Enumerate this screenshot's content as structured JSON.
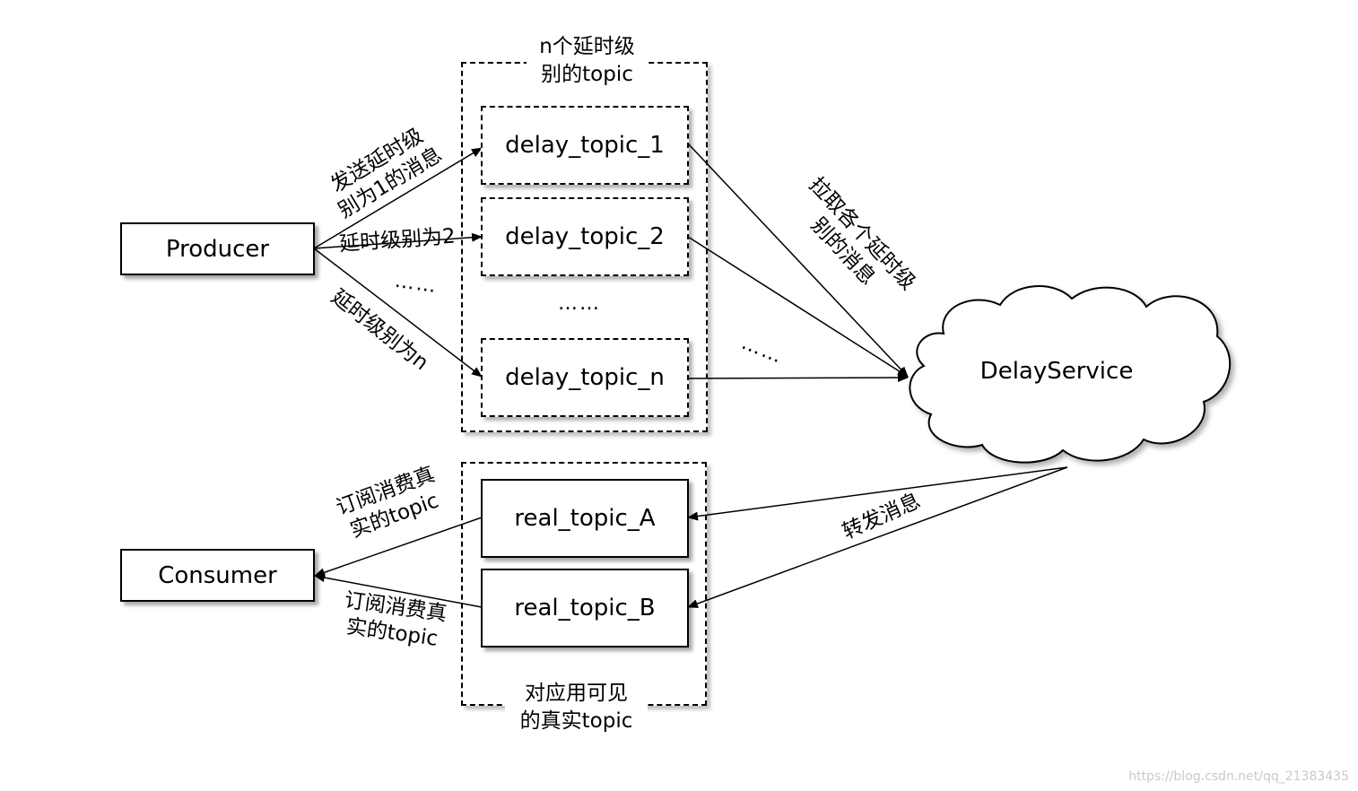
{
  "groups": {
    "delay_caption": "n个延时级\n别的topic",
    "real_caption": "对应用可见\n的真实topic"
  },
  "nodes": {
    "producer": "Producer",
    "consumer": "Consumer",
    "delay_service": "DelayService",
    "delay_topic_1": "delay_topic_1",
    "delay_topic_2": "delay_topic_2",
    "delay_topic_n": "delay_topic_n",
    "real_topic_a": "real_topic_A",
    "real_topic_b": "real_topic_B"
  },
  "edge_labels": {
    "send_level_1": "发送延时级\n别为1的消息",
    "level_2": "延时级别为2",
    "level_n": "延时级别为n",
    "pull": "拉取各个延时级\n别的消息",
    "forward": "转发消息",
    "subscribe_a": "订阅消费真\n实的topic",
    "subscribe_b": "订阅消费真\n实的topic"
  },
  "ellipsis": "……",
  "watermark": "https://blog.csdn.net/qq_21383435"
}
